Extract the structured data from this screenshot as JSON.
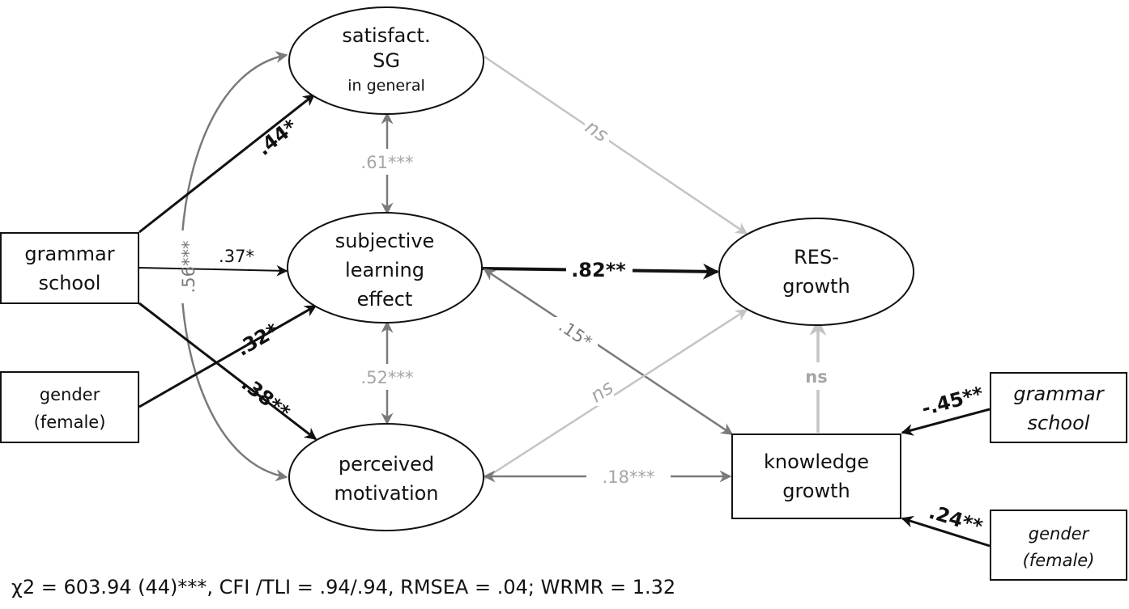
{
  "colors": {
    "black": "#111111",
    "mid_gray": "#7a7a7a",
    "light_gray": "#a6a6a6",
    "pale_gray": "#c4c4c4"
  },
  "nodes": {
    "satisfaction_sg": {
      "line1": "satisfact.",
      "line2": "SG",
      "line3": "in general"
    },
    "subjective_learning_effect": {
      "line1": "subjective",
      "line2": "learning",
      "line3": "effect"
    },
    "perceived_motivation": {
      "line1": "perceived",
      "line2": "motivation"
    },
    "res_growth": {
      "line1": "RES-",
      "line2": "growth"
    },
    "grammar_school_left": {
      "line1": "grammar",
      "line2": "school"
    },
    "gender_left": {
      "line1": "gender",
      "line2": "(female)"
    },
    "knowledge_growth": {
      "line1": "knowledge",
      "line2": "growth"
    },
    "grammar_school_right": {
      "line1": "grammar",
      "line2": "school"
    },
    "gender_right": {
      "line1": "gender",
      "line2": "(female)"
    }
  },
  "path_labels": {
    "grammar_to_satisfaction": ".44*",
    "grammar_to_learning": ".37*",
    "gender_to_learning": ".32*",
    "grammar_to_motivation": ".38**",
    "satisfaction_motivation_cov": ".56***",
    "satisfaction_learning_cov": ".61***",
    "learning_motivation_cov": ".52***",
    "satisfaction_to_res": "ns",
    "learning_to_res": ".82**",
    "knowledge_to_learning": ".15*",
    "motivation_to_res": "ns",
    "knowledge_to_res": "ns",
    "motivation_knowledge_cov": ".18***",
    "grammar_to_knowledge": "-.45**",
    "gender_to_knowledge": ".24**"
  },
  "fit_statistics": "χ2 = 603.94 (44)***, CFI /TLI = .94/.94, RMSEA = .04; WRMR = 1.32"
}
